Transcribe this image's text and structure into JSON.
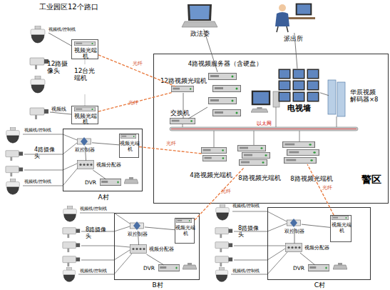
{
  "diagram": {
    "nodes": [
      {
        "text": [
          "视频光端机"
        ]
      },
      {
        "text": [
          "视频光端机"
        ]
      },
      {
        "text": [
          "警区"
        ]
      },
      {
        "text": [
          "政法委"
        ]
      },
      {
        "text": [
          "派出所"
        ]
      },
      {
        "text": [
          "12路视频光端机"
        ],
        "in": 2
      },
      {
        "text": [
          "4路视频服务器（含硬盘）"
        ],
        "in": 2
      },
      {
        "text": [
          "交换机"
        ],
        "in": 2
      },
      {
        "text": [
          "电视墙"
        ],
        "in": 2
      },
      {
        "text": [
          "华辰视频解码器×8"
        ],
        "in": 2
      },
      {
        "text": [
          "4路视频光端机"
        ],
        "in": 2
      },
      {
        "text": [
          "8路视频光端机"
        ],
        "in": 2
      },
      {
        "text": [
          "8路视频光端机"
        ],
        "in": 2
      },
      {
        "text": [
          "A村"
        ]
      },
      {
        "text": [
          "双控制器"
        ],
        "in": 13
      },
      {
        "text": [
          "视频光端机"
        ],
        "in": 13
      },
      {
        "text": [
          "视频分配器"
        ],
        "in": 13
      },
      {
        "text": [
          "DVR"
        ],
        "in": 13
      },
      {
        "text": [
          "B村"
        ]
      },
      {
        "text": [
          "双控制器"
        ],
        "in": 18
      },
      {
        "text": [
          "视频光端机"
        ],
        "in": 18
      },
      {
        "text": [
          "视频分配器"
        ],
        "in": 18
      },
      {
        "text": [
          "DVR"
        ],
        "in": 18
      },
      {
        "text": [
          "C村"
        ]
      },
      {
        "text": [
          "双控制器"
        ],
        "in": 23
      },
      {
        "text": [
          "视频光端机"
        ],
        "in": 23
      },
      {
        "text": [
          "视频分配器"
        ],
        "in": 23
      },
      {
        "text": [
          "DVR"
        ],
        "in": 23
      }
    ],
    "edges": [
      {
        "from": 0,
        "to": 5,
        "label": "光纤",
        "arrow": "none"
      },
      {
        "from": 1,
        "to": 5,
        "label": "光纤",
        "arrow": "none"
      },
      {
        "from": 15,
        "to": 10,
        "label": "光纤",
        "arrow": "none"
      },
      {
        "from": 20,
        "to": 11,
        "label": "光纤",
        "arrow": "none"
      },
      {
        "from": 25,
        "to": 12,
        "label": "光纤",
        "arrow": "none"
      },
      {
        "from": 3,
        "to": 6,
        "arrow": "none"
      },
      {
        "from": 4,
        "to": 8,
        "arrow": "none"
      },
      {
        "from": 5,
        "to": 7,
        "arrow": "none"
      },
      {
        "from": 6,
        "to": 7,
        "arrow": "none"
      },
      {
        "from": 9,
        "to": 8,
        "arrow": "none"
      },
      {
        "from": 14,
        "to": 15,
        "arrow": "none"
      },
      {
        "from": 14,
        "to": 16,
        "arrow": "none"
      },
      {
        "from": 16,
        "to": 17,
        "arrow": "none"
      },
      {
        "from": 19,
        "to": 20,
        "arrow": "none"
      },
      {
        "from": 19,
        "to": 21,
        "arrow": "none"
      },
      {
        "from": 21,
        "to": 22,
        "arrow": "none"
      },
      {
        "from": 24,
        "to": 25,
        "arrow": "none"
      },
      {
        "from": 24,
        "to": 26,
        "arrow": "none"
      },
      {
        "from": 26,
        "to": 27,
        "arrow": "none"
      }
    ],
    "labels": [
      "工业园区12个路口",
      "视频线/控制线",
      "12路摄像头",
      "12台光端机",
      "视频线",
      "以太网",
      "视频线/控制线",
      "视频线/控制线",
      "4路摄像头",
      "视频线/控制线",
      "视频线/控制线",
      "8路摄像头",
      "视频线/控制线",
      "视频线/控制线",
      "8路摄像头"
    ]
  }
}
